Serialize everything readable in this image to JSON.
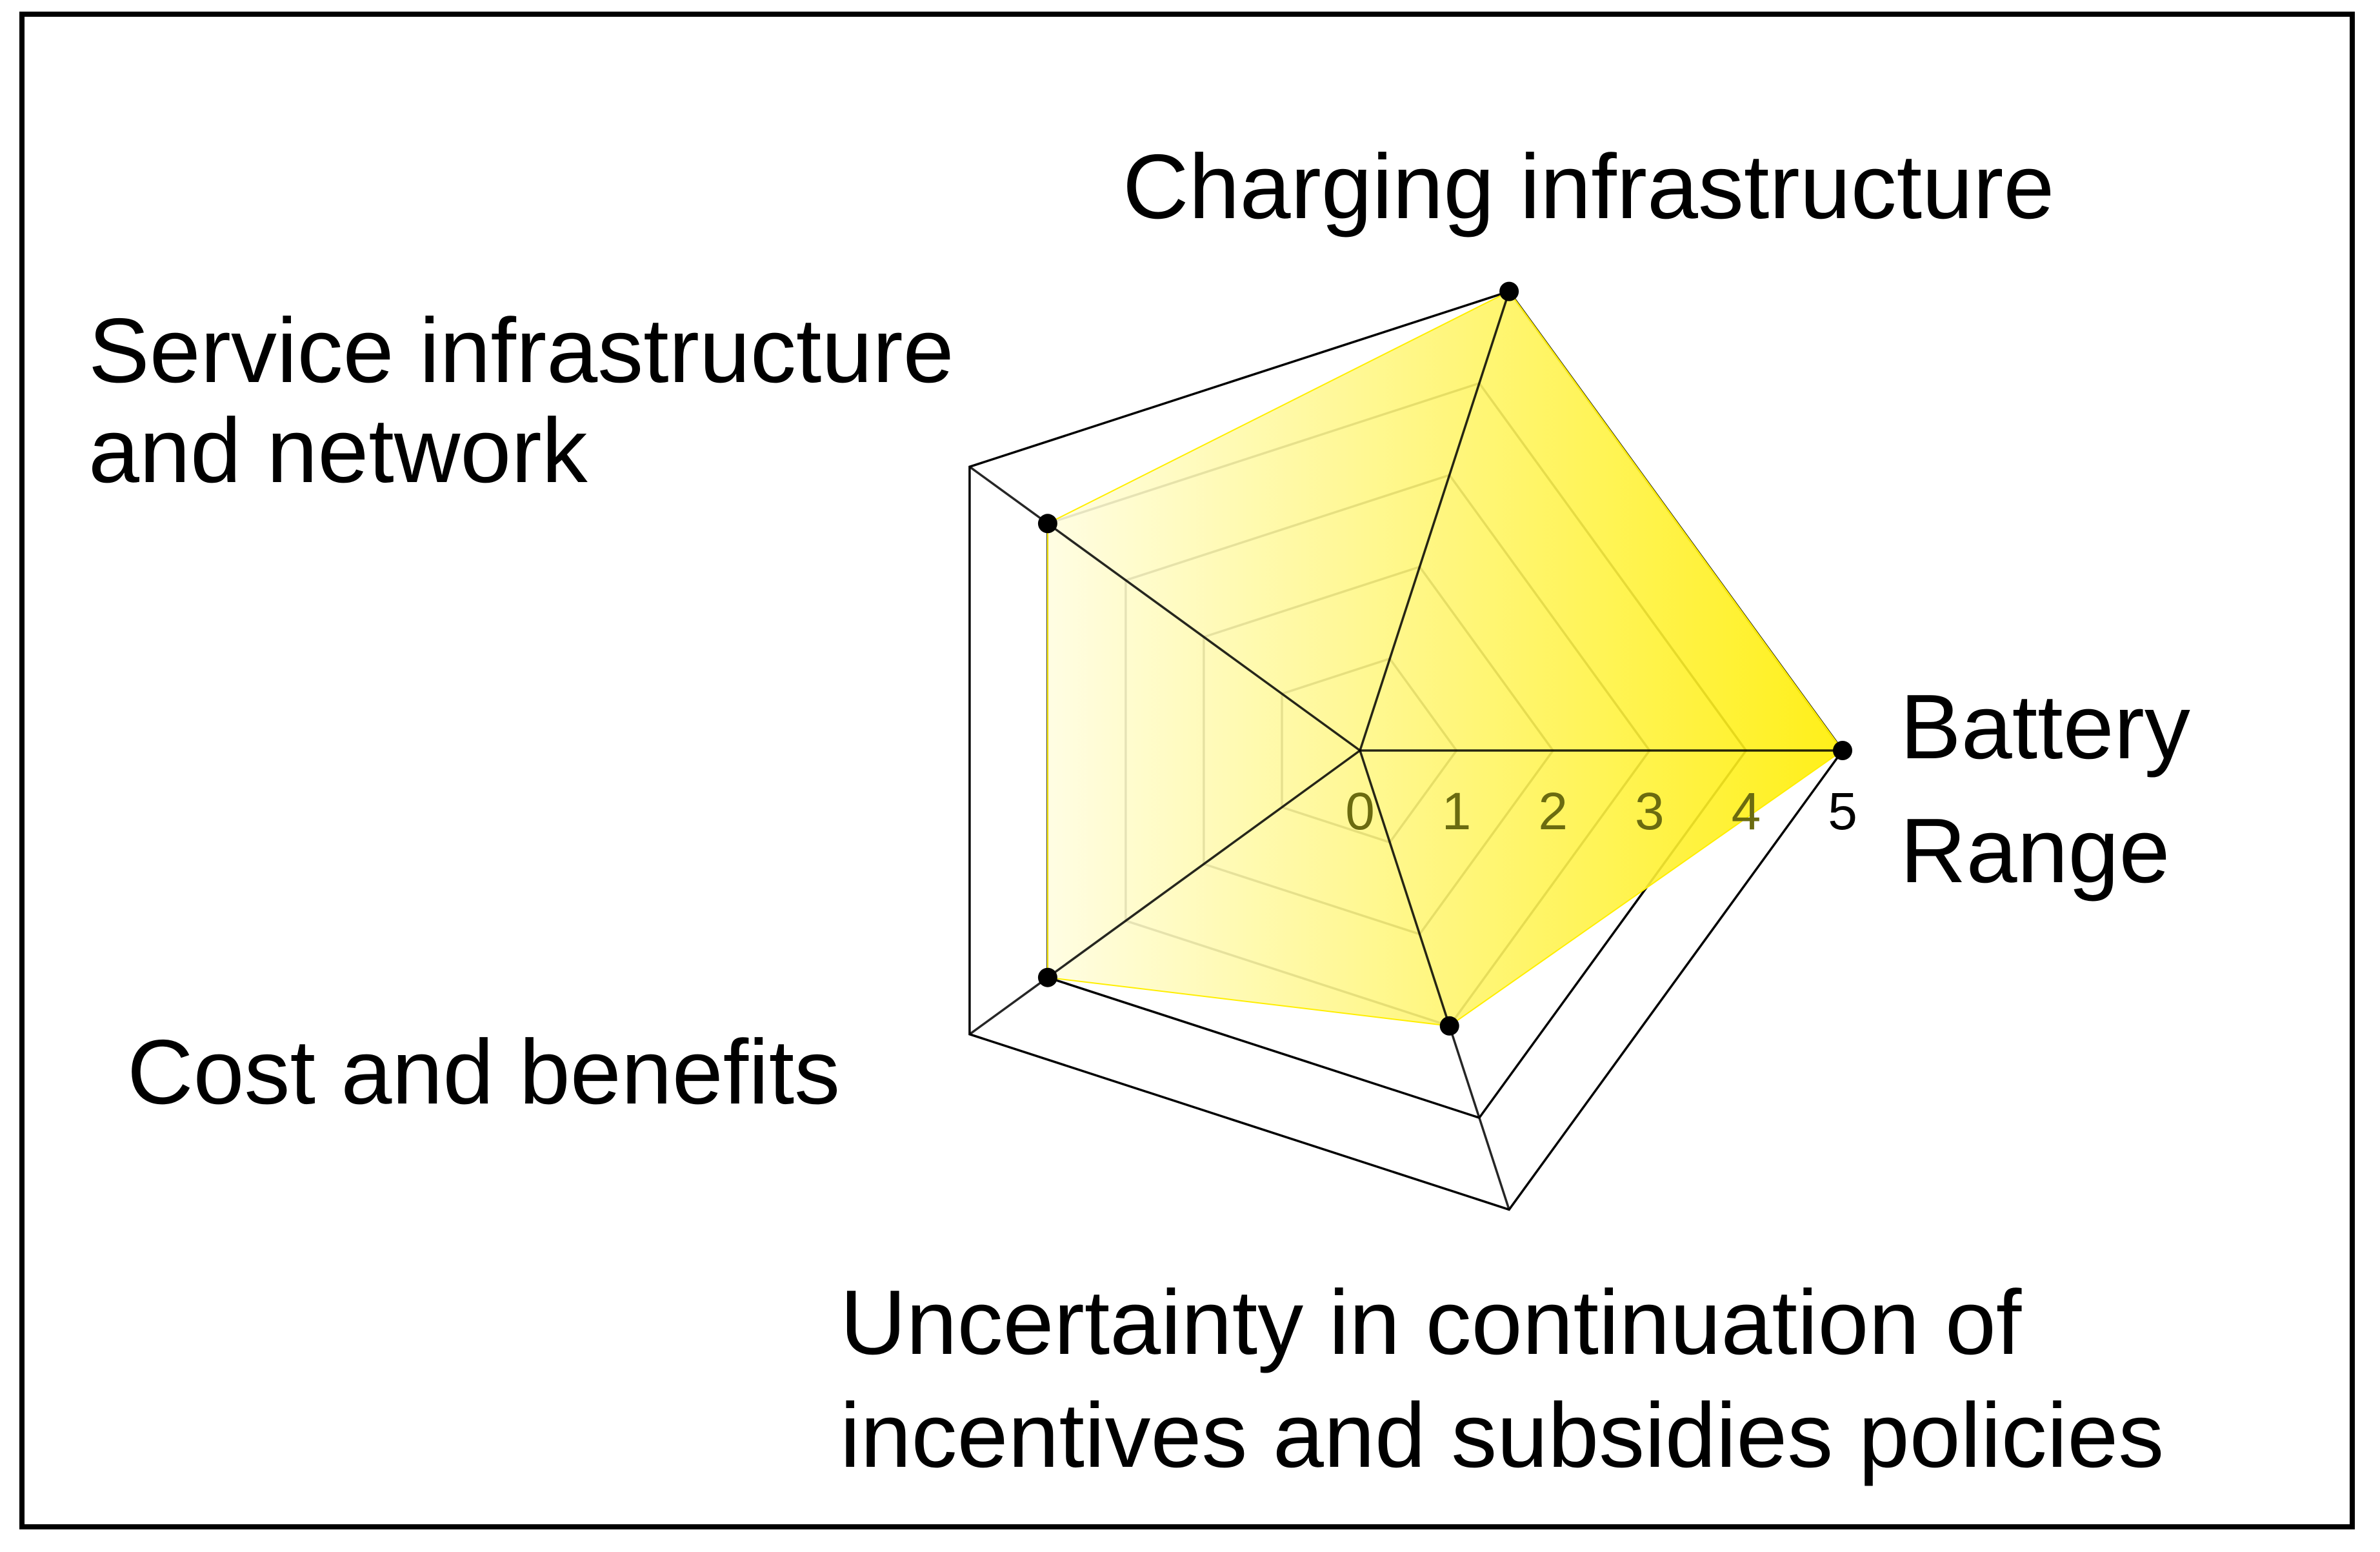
{
  "chart_data": {
    "type": "radar",
    "axes": [
      {
        "label_lines": [
          "Battery",
          "Range"
        ],
        "value": 5
      },
      {
        "label_lines": [
          "Charging infrastructure"
        ],
        "value": 5
      },
      {
        "label_lines": [
          "Service infrastructure",
          "and network"
        ],
        "value": 4
      },
      {
        "label_lines": [
          "Cost and benefits"
        ],
        "value": 4
      },
      {
        "label_lines": [
          "Uncertainty in continuation of",
          "incentives and subsidies policies"
        ],
        "value": 3
      }
    ],
    "scale": {
      "min": 0,
      "max": 5,
      "ticks": [
        "0",
        "1",
        "2",
        "3",
        "4",
        "5"
      ]
    },
    "grid": true,
    "fill_colors": {
      "light": "#fffde0",
      "strong": "#ffee00"
    },
    "colors": {
      "grid": "#000000",
      "marker": "#000000"
    }
  }
}
